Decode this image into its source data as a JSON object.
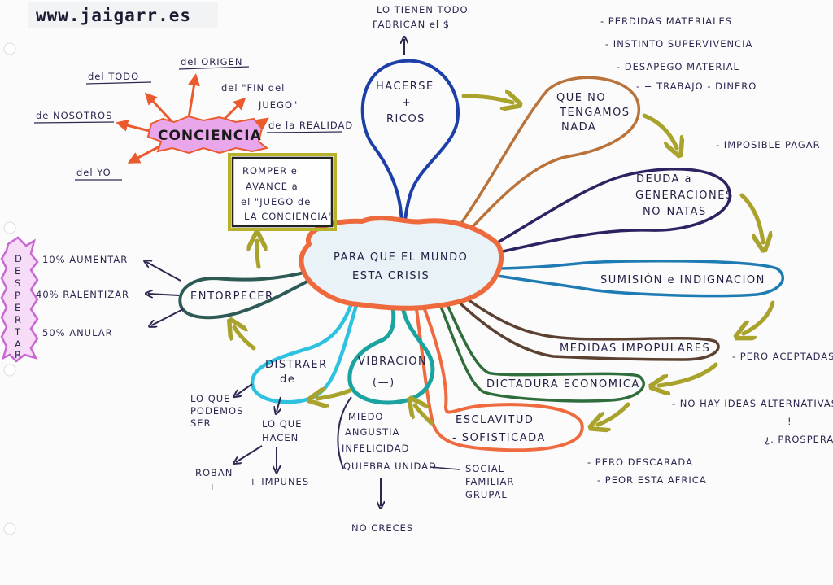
{
  "site": "www.jaigarr.es",
  "center": {
    "line1": "PARA QUE EL MUNDO",
    "line2": "ESTA CRISIS"
  },
  "conciencia": {
    "label": "CONCIENCIA",
    "rays": [
      "del TODO",
      "del ORIGEN",
      "del \"FIN del",
      "JUEGO\"",
      "de la REALIDAD",
      "de NOSOTROS",
      "del YO"
    ]
  },
  "romper": {
    "lines": [
      "ROMPER el",
      "AVANCE a",
      "el \"JUEGO de",
      "LA CONCIENCIA\""
    ]
  },
  "hacerse": {
    "lines": [
      "HACERSE",
      "+",
      "RICOS"
    ],
    "notes": [
      "LO TIENEN TODO",
      "FABRICAN el $"
    ]
  },
  "que_no": {
    "lines": [
      "QUE NO",
      "TENGAMOS",
      "NADA"
    ],
    "notes": [
      "- PERDIDAS MATERIALES",
      "- INSTINTO SUPERVIVENCIA",
      "- DESAPEGO MATERIAL",
      "- + TRABAJO   - DINERO"
    ]
  },
  "deuda": {
    "lines": [
      "DEUDA a",
      "GENERACIONES",
      "NO-NATAS"
    ],
    "note": "- IMPOSIBLE PAGAR"
  },
  "sumision": {
    "label": "SUMISIÓN e INDIGNACION"
  },
  "medidas": {
    "label": "MEDIDAS IMPOPULARES",
    "note": "- PERO ACEPTADAS"
  },
  "dictadura": {
    "label": "DICTADURA ECONOMICA",
    "notes": [
      "- NO HAY IDEAS ALTERNATIVAS",
      "!",
      "¿. PROSPERA"
    ]
  },
  "esclavitud": {
    "lines": [
      "ESCLAVITUD",
      "- SOFISTICADA"
    ],
    "notes": [
      "- PERO DESCARADA",
      "- PEOR ESTA AFRICA"
    ]
  },
  "vibracion": {
    "lines": [
      "VIBRACION",
      "(—)"
    ],
    "items": [
      "MIEDO",
      "ANGUSTIA",
      "INFELICIDAD",
      "QUIEBRA UNIDAD"
    ],
    "unidad": [
      "SOCIAL",
      "FAMILIAR",
      "GRUPAL"
    ],
    "result": "NO CRECES"
  },
  "distraer": {
    "lines": [
      "DISTRAER",
      "de"
    ],
    "a": [
      "LO QUE",
      "PODEMOS",
      "SER"
    ],
    "b": [
      "LO QUE",
      "HACEN"
    ],
    "c": [
      "ROBAN",
      "+"
    ],
    "d": "+ IMPUNES"
  },
  "entorpecer": {
    "label": "ENTORPECER",
    "items": [
      "10% AUMENTAR",
      "40% RALENTIZAR",
      "50% ANULAR"
    ]
  },
  "despertar": {
    "letters": [
      "D",
      "E",
      "S",
      "P",
      "E",
      "R",
      "T",
      "A",
      "R"
    ]
  },
  "colors": {
    "center": "#ee6a3c",
    "centerFill": "#e9f2f7",
    "hacerse": "#1c3fa8",
    "que_no": "#b9733a",
    "deuda": "#2c2363",
    "sumision": "#1f7bb3",
    "medidas": "#5c4030",
    "dictadura": "#2f6e3c",
    "esclavitud": "#ef6a3e",
    "vibracion": "#1aa39f",
    "distraer": "#2ec2e0",
    "entorpecer": "#2d5a55",
    "arrow": "#a9a22c",
    "conciencia": "#ea5a2c",
    "concienciaBg": "#e9a6ea",
    "despertar": "#c868d2",
    "romper": "#222222",
    "romperOuter": "#b8b22a"
  }
}
